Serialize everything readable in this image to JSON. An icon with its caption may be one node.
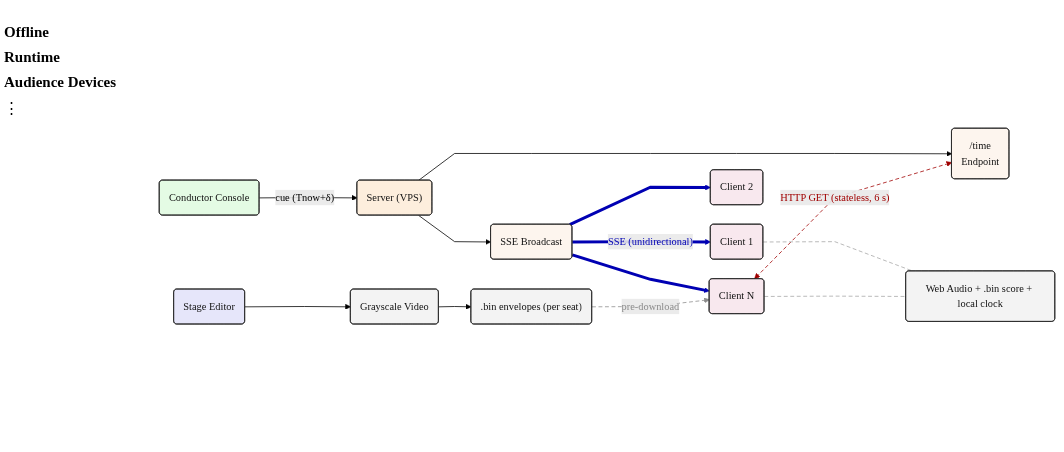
{
  "diagram": {
    "nodes": [
      {
        "text": [
          "Conductor Console"
        ]
      },
      {
        "text": [
          "Stage Editor"
        ]
      },
      {
        "text": [
          "Grayscale Video"
        ]
      },
      {
        "text": [
          ".bin envelopes (per seat)"
        ]
      },
      {
        "text": [
          "Server (VPS)"
        ]
      },
      {
        "text": [
          "/time",
          "Endpoint"
        ]
      },
      {
        "text": [
          "SSE Broadcast"
        ]
      },
      {
        "text": [
          "Client 1"
        ]
      },
      {
        "text": [
          "Client 2"
        ]
      },
      {
        "text": [
          "Client N"
        ]
      },
      {
        "text": [
          "Web Audio + .bin score + local clock"
        ]
      }
    ],
    "edges": [
      {
        "from": 0,
        "to": 4,
        "arrow": "to",
        "label": "cue (Tnow+δ)"
      },
      {
        "from": 1,
        "to": 2,
        "arrow": "to"
      },
      {
        "from": 2,
        "to": 3,
        "arrow": "to"
      },
      {
        "from": 4,
        "to": 5,
        "arrow": "to"
      },
      {
        "from": 4,
        "to": 6,
        "arrow": "to"
      },
      {
        "from": 6,
        "to": 7,
        "arrow": "to",
        "label": "SSE (unidirectional)",
        "style": "thick",
        "color": "#0000b3"
      },
      {
        "from": 6,
        "to": 8,
        "arrow": "to",
        "style": "thick",
        "color": "#0000b3"
      },
      {
        "from": 6,
        "to": 9,
        "arrow": "to",
        "style": "thick",
        "color": "#0000b3"
      },
      {
        "from": 3,
        "to": 9,
        "arrow": "to",
        "label": "pre-download",
        "style": "dashed",
        "color": "#8c8c8c"
      },
      {
        "from": 9,
        "to": 5,
        "arrow": "both",
        "label": "HTTP GET (stateless, 6 s)",
        "style": "dashed",
        "color": "#a00000"
      },
      {
        "from": 7,
        "to": 10,
        "arrow": "none",
        "style": "dashed",
        "color": "#a6a6a6"
      },
      {
        "from": 9,
        "to": 10,
        "arrow": "none",
        "style": "dashed",
        "color": "#a6a6a6"
      }
    ],
    "labels": [
      "Offline",
      "Runtime",
      "Audience Devices",
      "⋮"
    ]
  }
}
